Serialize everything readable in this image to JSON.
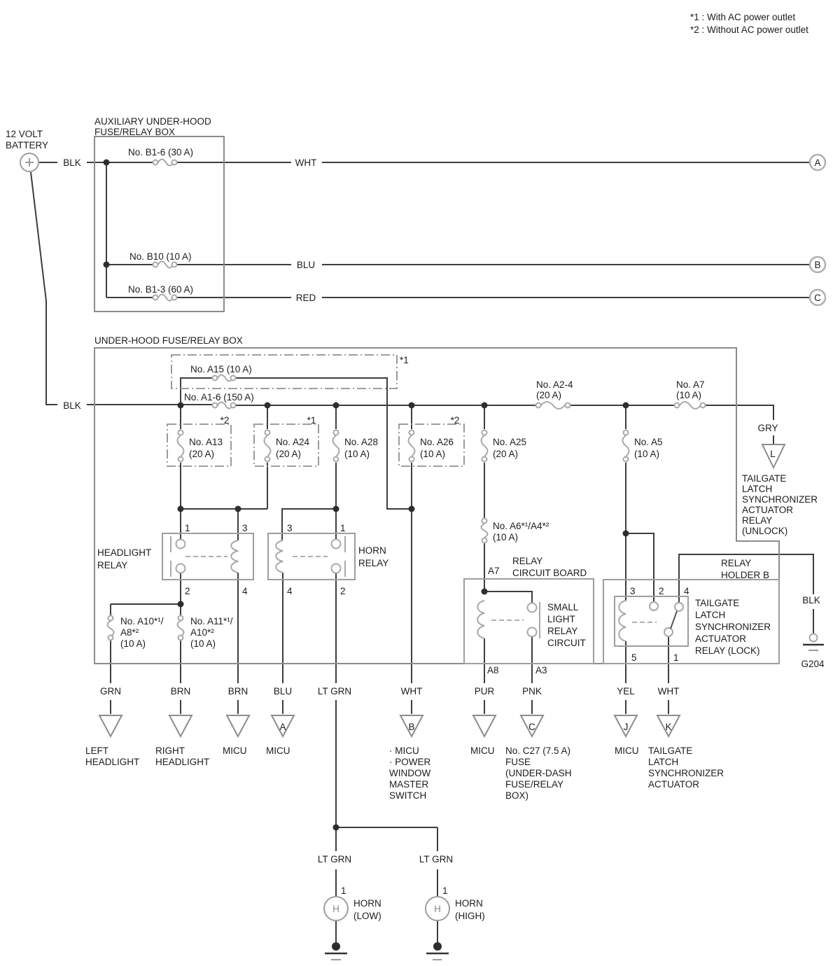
{
  "notes": {
    "n1": "*1 : With AC power outlet",
    "n2": "*2 : Without AC power outlet"
  },
  "battery": {
    "l1": "12 VOLT",
    "l2": "BATTERY",
    "wire": "BLK"
  },
  "aux_box": {
    "t1": "AUXILIARY UNDER-HOOD",
    "t2": "FUSE/RELAY BOX",
    "f1": "No. B1-6 (30 A)",
    "w1": "WHT",
    "c1": "A",
    "f2": "No. B10 (10 A)",
    "w2": "BLU",
    "c2": "B",
    "f3": "No. B1-3 (60 A)",
    "w3": "RED",
    "c3": "C"
  },
  "ubox": {
    "title": "UNDER-HOOD FUSE/RELAY BOX",
    "wire_in": "BLK",
    "a15": "No. A15 (10 A)",
    "a15_note": "*1",
    "a16": "No. A1-6 (150 A)",
    "a13_1": "No. A13",
    "a13_2": "(20 A)",
    "a13_note": "*2",
    "a24_1": "No. A24",
    "a24_2": "(20 A)",
    "a24_note": "*1",
    "a28_1": "No. A28",
    "a28_2": "(10 A)",
    "a26_1": "No. A26",
    "a26_2": "(10 A)",
    "a26_note": "*2",
    "a25_1": "No. A25",
    "a25_2": "(20 A)",
    "a24f_1": "No. A2-4",
    "a24f_2": "(20 A)",
    "a5_1": "No. A5",
    "a5_2": "(10 A)",
    "a7_1": "No. A7",
    "a7_2": "(10 A)",
    "a6_1": "No. A6*¹/A4*²",
    "a6_2": "(10 A)",
    "a10_1": "No. A10*¹/",
    "a10_2": "A8*²",
    "a10_3": "(10 A)",
    "a11_1": "No. A11*¹/",
    "a11_2": "A10*²",
    "a11_3": "(10 A)"
  },
  "headlight_relay": {
    "l1": "HEADLIGHT",
    "l2": "RELAY",
    "p1": "1",
    "p2": "2",
    "p3": "3",
    "p4": "4"
  },
  "horn_relay": {
    "l1": "HORN",
    "l2": "RELAY",
    "p1": "1",
    "p2": "2",
    "p3": "3",
    "p4": "4"
  },
  "circuit_board": {
    "t1": "RELAY",
    "t2": "CIRCUIT BOARD",
    "cav_in": "A7",
    "cav_a8": "A8",
    "cav_a3": "A3",
    "s1": "SMALL",
    "s2": "LIGHT",
    "s3": "RELAY",
    "s4": "CIRCUIT"
  },
  "relay_holder": {
    "t1": "RELAY",
    "t2": "HOLDER B",
    "p3": "3",
    "p2": "2",
    "p4": "4",
    "p5": "5",
    "p1": "1",
    "l1": "TAILGATE",
    "l2": "LATCH",
    "l3": "SYNCHRONIZER",
    "l4": "ACTUATOR",
    "l5": "RELAY (LOCK)"
  },
  "unlock_relay": {
    "wire": "GRY",
    "conn": "L",
    "l1": "TAILGATE",
    "l2": "LATCH",
    "l3": "SYNCHRONIZER",
    "l4": "ACTUATOR",
    "l5": "RELAY",
    "l6": "(UNLOCK)"
  },
  "ground": {
    "wire": "BLK",
    "name": "G204"
  },
  "outputs": [
    {
      "wire": "GRN",
      "conn": "",
      "d1": "LEFT",
      "d2": "HEADLIGHT"
    },
    {
      "wire": "BRN",
      "conn": "",
      "d1": "RIGHT",
      "d2": "HEADLIGHT"
    },
    {
      "wire": "BRN",
      "conn": "",
      "d1": "MICU"
    },
    {
      "wire": "BLU",
      "conn": "A",
      "d1": "MICU"
    },
    {
      "wire": "LT GRN",
      "conn": ""
    },
    {
      "wire": "WHT",
      "conn": "B",
      "d1": "· MICU",
      "d2": "· POWER",
      "d3": "WINDOW",
      "d4": "MASTER",
      "d5": "SWITCH"
    },
    {
      "wire": "PUR",
      "conn": "",
      "d1": "MICU"
    },
    {
      "wire": "PNK",
      "conn": "C",
      "d1": "No. C27 (7.5 A)",
      "d2": "FUSE",
      "d3": "(UNDER-DASH",
      "d4": "FUSE/RELAY",
      "d5": "BOX)"
    },
    {
      "wire": "YEL",
      "conn": "J",
      "d1": "MICU"
    },
    {
      "wire": "WHT",
      "conn": "K",
      "d1": "TAILGATE",
      "d2": "LATCH",
      "d3": "SYNCHRONIZER",
      "d4": "ACTUATOR"
    }
  ],
  "horns": {
    "w1": "LT GRN",
    "w2": "LT GRN",
    "pin": "1",
    "sym": "H",
    "h1a": "HORN",
    "h1b": "(LOW)",
    "h2a": "HORN",
    "h2b": "(HIGH)"
  }
}
